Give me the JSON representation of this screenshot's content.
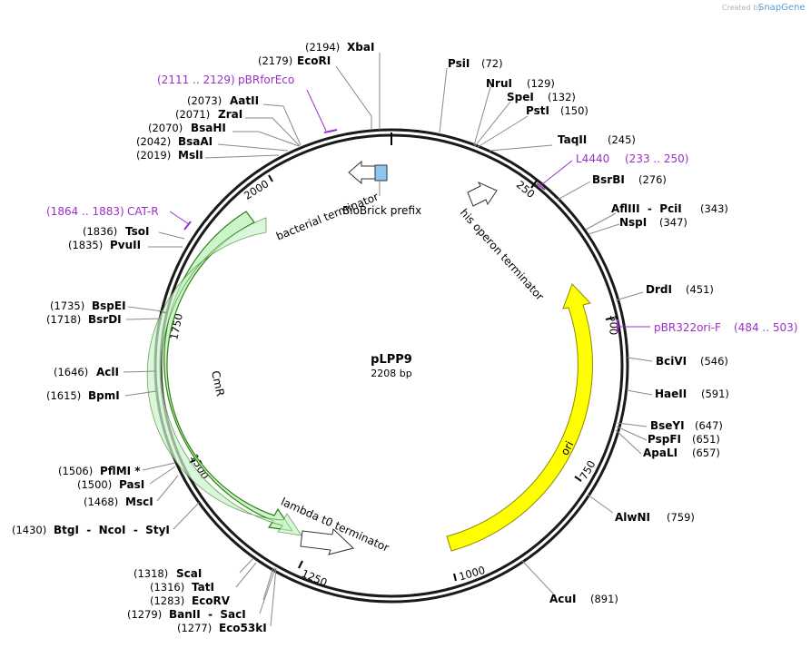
{
  "credit": {
    "prefix": "Created by",
    "brand": "SnapGene"
  },
  "plasmid": {
    "name": "pLPP9",
    "length": "2208 bp"
  },
  "ticks": [
    "250",
    "500",
    "750",
    "1000",
    "1250",
    "1500",
    "1750",
    "2000"
  ],
  "enzymes": [
    {
      "pos": "(2194)",
      "name": "XbaI"
    },
    {
      "pos": "(2179)",
      "name": "EcoRI"
    },
    {
      "pos": "(2073)",
      "name": "AatII"
    },
    {
      "pos": "(2071)",
      "name": "ZraI"
    },
    {
      "pos": "(2070)",
      "name": "BsaHI"
    },
    {
      "pos": "(2042)",
      "name": "BsaAI"
    },
    {
      "pos": "(2019)",
      "name": "MslI"
    },
    {
      "pos": "(1836)",
      "name": "TsoI"
    },
    {
      "pos": "(1835)",
      "name": "PvuII"
    },
    {
      "pos": "(1735)",
      "name": "BspEI"
    },
    {
      "pos": "(1718)",
      "name": "BsrDI"
    },
    {
      "pos": "(1646)",
      "name": "AclI"
    },
    {
      "pos": "(1615)",
      "name": "BpmI"
    },
    {
      "pos": "(1506)",
      "name": "PflMI *"
    },
    {
      "pos": "(1500)",
      "name": "PasI"
    },
    {
      "pos": "(1468)",
      "name": "MscI"
    },
    {
      "pos": "(1430)",
      "name": "BtgI  -  NcoI  -  StyI"
    },
    {
      "pos": "(1318)",
      "name": "ScaI"
    },
    {
      "pos": "(1316)",
      "name": "TatI"
    },
    {
      "pos": "(1283)",
      "name": "EcoRV"
    },
    {
      "pos": "(1279)",
      "name": "BanII  -  SacI"
    },
    {
      "pos": "(1277)",
      "name": "Eco53kI"
    },
    {
      "pos": "(72)",
      "name": "PsiI"
    },
    {
      "pos": "(129)",
      "name": "NruI"
    },
    {
      "pos": "(132)",
      "name": "SpeI"
    },
    {
      "pos": "(150)",
      "name": "PstI"
    },
    {
      "pos": "(245)",
      "name": "TaqII"
    },
    {
      "pos": "(276)",
      "name": "BsrBI"
    },
    {
      "pos": "(343)",
      "name": "AflIII  -  PciI"
    },
    {
      "pos": "(347)",
      "name": "NspI"
    },
    {
      "pos": "(451)",
      "name": "DrdI"
    },
    {
      "pos": "(546)",
      "name": "BciVI"
    },
    {
      "pos": "(591)",
      "name": "HaeII"
    },
    {
      "pos": "(647)",
      "name": "BseYI"
    },
    {
      "pos": "(651)",
      "name": "PspFI"
    },
    {
      "pos": "(657)",
      "name": "ApaLI"
    },
    {
      "pos": "(759)",
      "name": "AlwNI"
    },
    {
      "pos": "(891)",
      "name": "AcuI"
    }
  ],
  "primers": [
    {
      "range": "(2111 .. 2129)",
      "name": "pBRforEco"
    },
    {
      "range": "(1864 .. 1883)",
      "name": "CAT-R"
    },
    {
      "range": "(233 .. 250)",
      "name": "L4440"
    },
    {
      "range": "(484 .. 503)",
      "name": "pBR322ori-F"
    }
  ],
  "features": [
    {
      "name": "bacterial terminator"
    },
    {
      "name": "BioBrick prefix"
    },
    {
      "name": "his operon terminator"
    },
    {
      "name": "ori"
    },
    {
      "name": "CmR"
    },
    {
      "name": "lambda t0 terminator"
    }
  ],
  "colors": {
    "backbone": "#1a1a1a",
    "primer": "#9b30c8",
    "cmr_fill": "#ccf5cc",
    "cmr_outline": "#2e7d10",
    "ori_fill": "#ffff00",
    "biobrick_fill": "#8ec5f0"
  }
}
